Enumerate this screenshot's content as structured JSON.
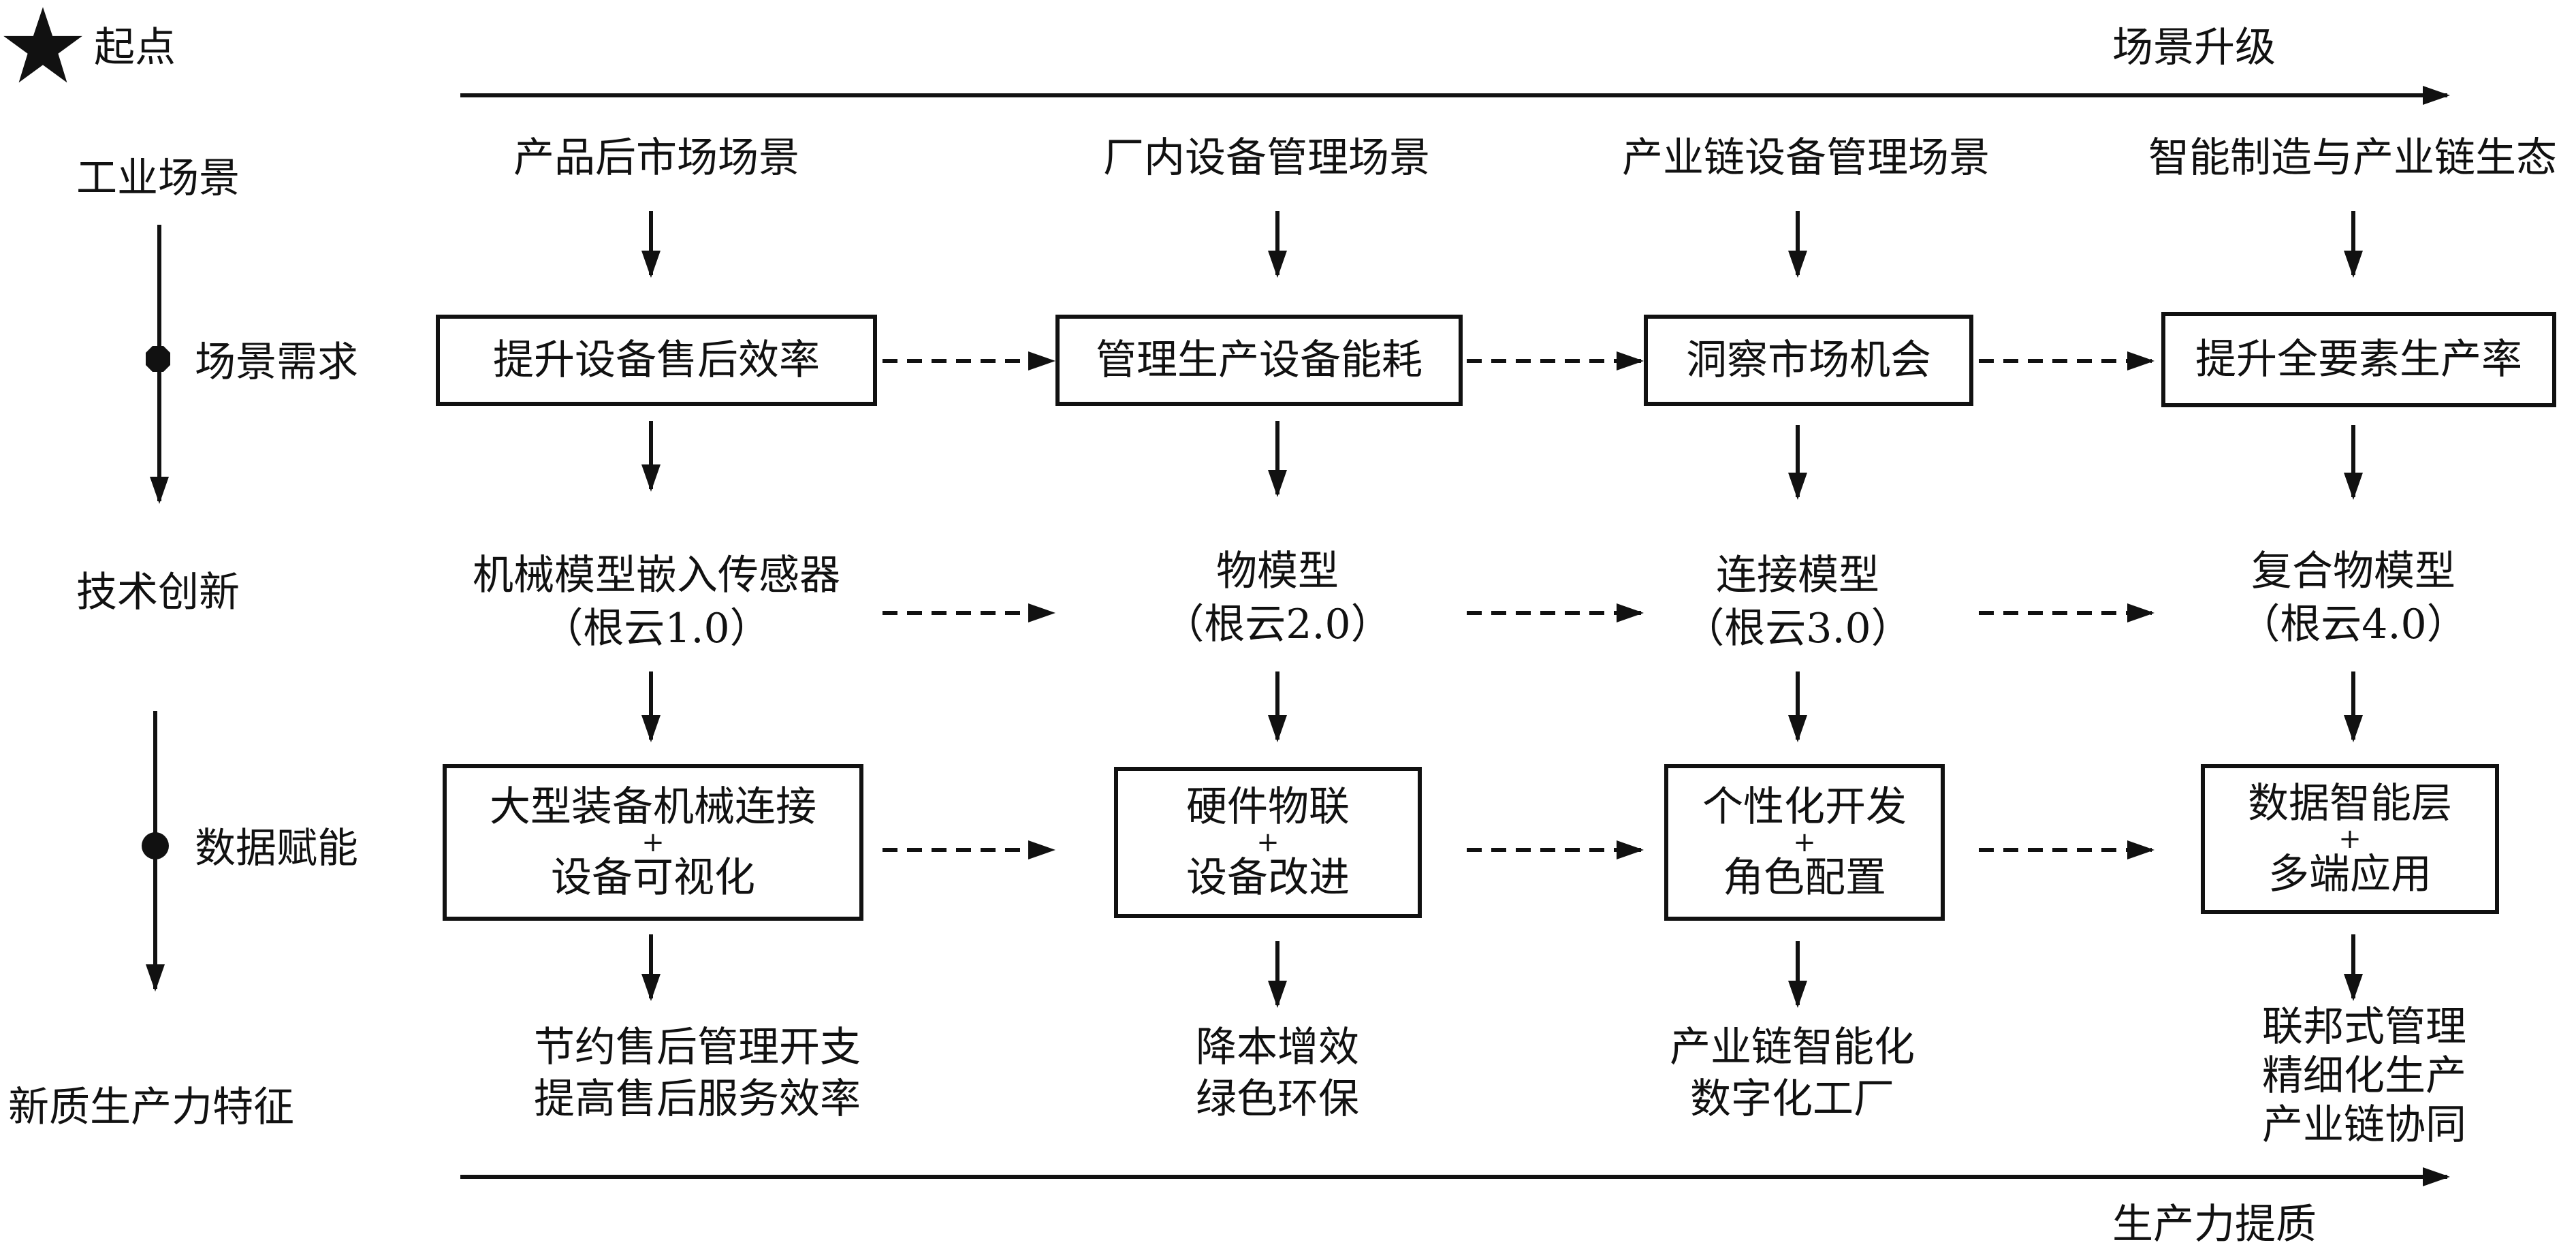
{
  "legend": {
    "start_label": "起点",
    "star_icon": "star-icon"
  },
  "axes": {
    "top_arrow_label": "场景升级",
    "bottom_arrow_label": "生产力提质"
  },
  "row_labels": {
    "industry_scene": "工业场景",
    "scene_demand": "场景需求",
    "tech_innovation": "技术创新",
    "data_empower": "数据赋能",
    "new_productivity": "新质生产力特征"
  },
  "columns": [
    {
      "scene": "产品后市场场景",
      "demand": "提升设备售后效率",
      "tech": [
        "机械模型嵌入传感器",
        "（根云1.0）"
      ],
      "data": [
        "大型装备机械连接",
        "+",
        "设备可视化"
      ],
      "features": [
        "节约售后管理开支",
        "提高售后服务效率"
      ]
    },
    {
      "scene": "厂内设备管理场景",
      "demand": "管理生产设备能耗",
      "tech": [
        "物模型",
        "（根云2.0）"
      ],
      "data": [
        "硬件物联",
        "+",
        "设备改进"
      ],
      "features": [
        "降本增效",
        "绿色环保"
      ]
    },
    {
      "scene": "产业链设备管理场景",
      "demand": "洞察市场机会",
      "tech": [
        "连接模型",
        "（根云3.0）"
      ],
      "data": [
        "个性化开发",
        "+",
        "角色配置"
      ],
      "features": [
        "产业链智能化",
        "数字化工厂"
      ]
    },
    {
      "scene": "智能制造与产业链生态",
      "demand": "提升全要素生产率",
      "tech": [
        "复合物模型",
        "（根云4.0）"
      ],
      "data": [
        "数据智能层",
        "+",
        "多端应用"
      ],
      "features": [
        "联邦式管理",
        "精细化生产",
        "产业链协同"
      ]
    }
  ]
}
